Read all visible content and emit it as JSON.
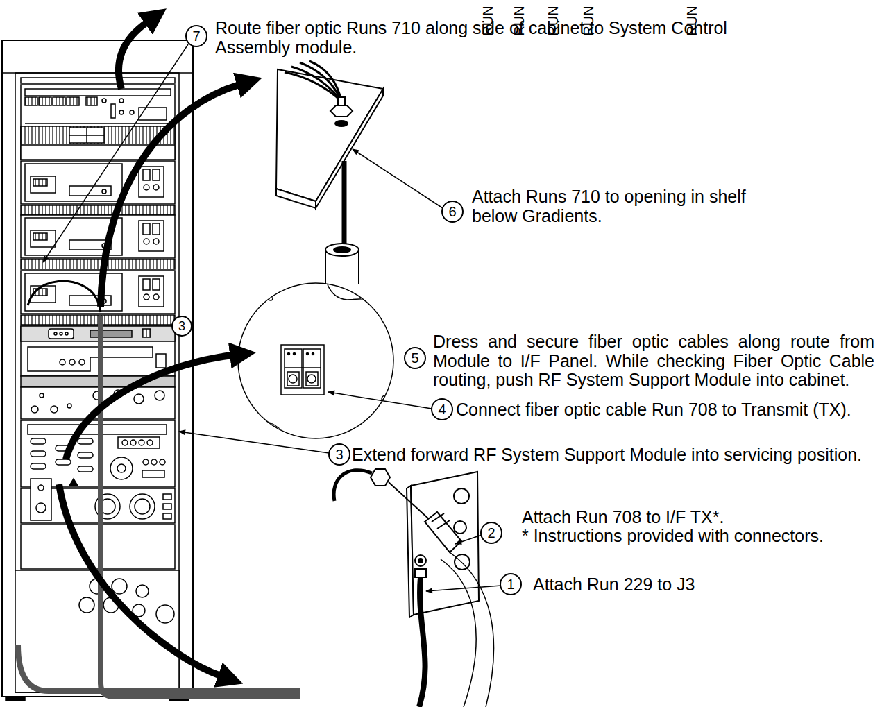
{
  "diagram": {
    "nodes": [
      {
        "text": [
          "7"
        ]
      },
      {
        "text": [
          "6"
        ]
      },
      {
        "text": [
          "3"
        ]
      },
      {
        "text": [
          "5"
        ]
      },
      {
        "text": [
          "4"
        ]
      },
      {
        "text": [
          "3"
        ]
      },
      {
        "text": [
          "2"
        ]
      },
      {
        "text": [
          "1"
        ]
      }
    ],
    "labels": [
      "RUN",
      "RUN",
      "RUN",
      "RUN",
      "RUN",
      "Route fiber optic Runs 710 along side of cabinet to System Control Assembly module.",
      "Attach Runs 710 to opening in shelf below Gradients.",
      "Dress and secure fiber optic cables along route from Module to I/F Panel. While checking Fiber Optic Cable routing, push RF System Support Module into cabinet.",
      "Connect fiber optic cable Run 708 to Transmit (TX).",
      "Extend forward RF System Support Module into servicing position.",
      "Attach Run 708 to I/F TX*.",
      "* Instructions provided with connectors.",
      "Attach Run 229 to J3"
    ]
  }
}
